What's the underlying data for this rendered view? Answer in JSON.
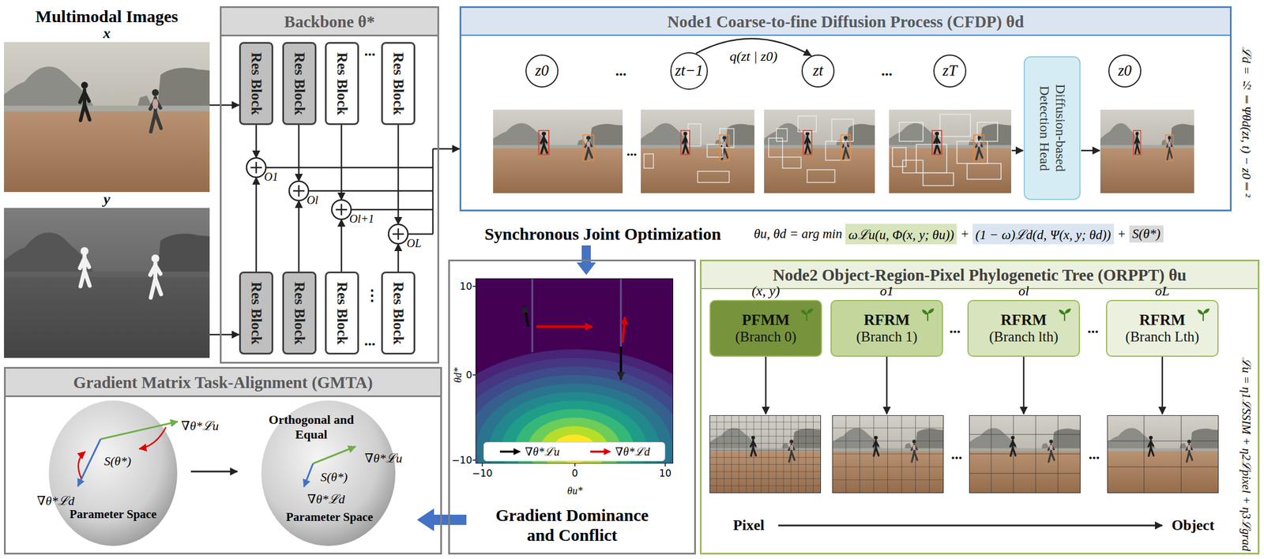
{
  "diagram": {
    "nodes": [
      {
        "text": [
          "x"
        ]
      },
      {
        "text": [
          "y"
        ]
      },
      {
        "text": [
          "Backbone θ*"
        ]
      },
      {
        "text": [
          "Res Block"
        ],
        "in": 2
      },
      {
        "text": [
          "Res Block"
        ],
        "in": 2
      },
      {
        "text": [
          "Res Block"
        ],
        "in": 2
      },
      {
        "text": [
          "Res Block"
        ],
        "in": 2
      },
      {
        "text": [
          "Res Block"
        ],
        "in": 2
      },
      {
        "text": [
          "Res Block"
        ],
        "in": 2
      },
      {
        "text": [
          "Res Block"
        ],
        "in": 2
      },
      {
        "text": [
          "Res Block"
        ],
        "in": 2
      },
      {
        "text": [
          "Node1 Coarse-to-fine Diffusion Process (CFDP) θd"
        ]
      },
      {
        "text": [
          "z0"
        ],
        "in": 11
      },
      {
        "text": [
          "zt−1"
        ],
        "in": 11
      },
      {
        "text": [
          "zt"
        ],
        "in": 11
      },
      {
        "text": [
          "zT"
        ],
        "in": 11
      },
      {
        "text": [
          "Diffusion-based Detection Head"
        ],
        "in": 11
      },
      {
        "text": [
          "z0"
        ],
        "in": 11
      },
      {
        "text": [
          "Gradient Dominance and Conflict"
        ]
      },
      {
        "text": [
          "Node2 Object-Region-Pixel Phylogenetic Tree (ORPPT) θu"
        ]
      },
      {
        "text": [
          "PFMM",
          "(Branch 0)"
        ],
        "in": 19
      },
      {
        "text": [
          "RFRM",
          "(Branch 1)"
        ],
        "in": 19
      },
      {
        "text": [
          "RFRM",
          "(Branch lth)"
        ],
        "in": 19
      },
      {
        "text": [
          "RFRM",
          "(Branch Lth)"
        ],
        "in": 19
      },
      {
        "text": [
          "Gradient Matrix Task-Alignment (GMTA)"
        ]
      }
    ],
    "edges": [
      {
        "from": 0,
        "to": 3,
        "arrow": "to"
      },
      {
        "from": 1,
        "to": 7,
        "arrow": "to"
      },
      {
        "from": 2,
        "to": 11,
        "arrow": "to"
      },
      {
        "from": 13,
        "to": 14,
        "label": "q(zt | z0)",
        "arrow": "to"
      },
      {
        "from": 18,
        "to": 24,
        "arrow": "to"
      }
    ],
    "labels": [
      "Multimodal Images",
      "...",
      "...",
      "⋮",
      "O1",
      "Ol",
      "Ol+1",
      "OL",
      "...",
      "...",
      "...",
      "ℒd = ½‖Ψθd(zt, t) − z0‖²",
      "Synchronous Joint Optimization",
      "θu, θd = arg min",
      "ωℒu(u, Φ(x, y; θu))",
      "+",
      "(1 − ω)ℒd(d, Ψ(x, y; θd))",
      "+",
      "S(θ*)",
      "10",
      "0",
      "−10",
      "−10",
      "0",
      "10",
      "θd*",
      "θu*",
      "(x, y)",
      "o1",
      "ol",
      "oL",
      "...",
      "...",
      "...",
      "...",
      "Pixel",
      "Object",
      "ℒu = η1ℒSSIM + η2ℒpixel + η3ℒgrad",
      "∇θ*ℒu",
      "∇θ*ℒd",
      "S(θ*)",
      "Parameter Space",
      "Orthogonal and Equal",
      "∇θ*ℒu",
      "S(θ*)",
      "∇θ*ℒd",
      "Parameter Space"
    ],
    "legend": [
      {
        "text": "∇θ*ℒu"
      },
      {
        "text": "∇θ*ℒd"
      }
    ]
  }
}
